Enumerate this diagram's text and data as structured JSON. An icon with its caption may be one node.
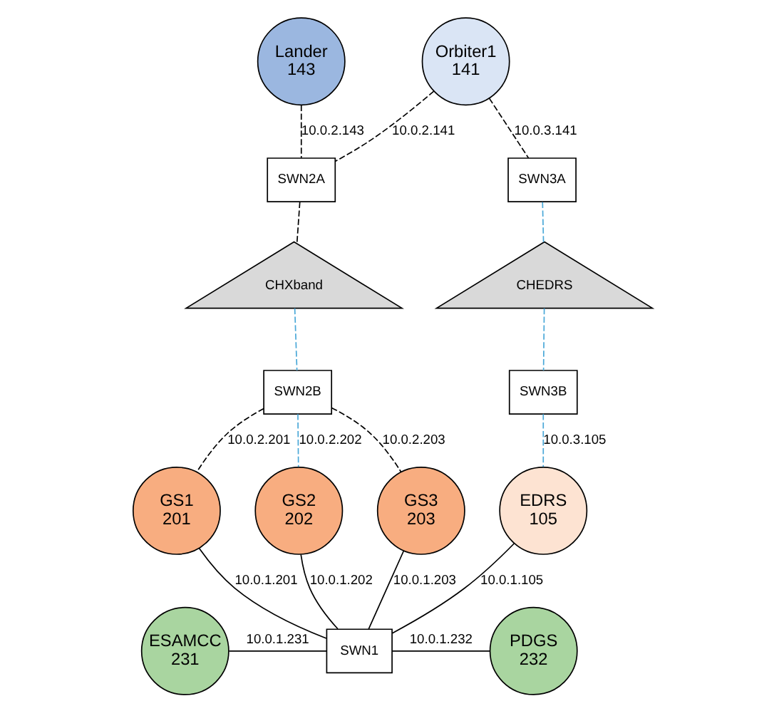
{
  "diagram": {
    "nodes": [
      {
        "text": [
          "Lander",
          "143"
        ]
      },
      {
        "text": [
          "Orbiter1",
          "141"
        ]
      },
      {
        "text": [
          "SWN2A"
        ]
      },
      {
        "text": [
          "SWN3A"
        ]
      },
      {
        "text": [
          "CHXband"
        ]
      },
      {
        "text": [
          "CHEDRS"
        ]
      },
      {
        "text": [
          "SWN2B"
        ]
      },
      {
        "text": [
          "SWN3B"
        ]
      },
      {
        "text": [
          "GS1",
          "201"
        ]
      },
      {
        "text": [
          "GS2",
          "202"
        ]
      },
      {
        "text": [
          "GS3",
          "203"
        ]
      },
      {
        "text": [
          "EDRS",
          "105"
        ]
      },
      {
        "text": [
          "ESAMCC",
          "231"
        ]
      },
      {
        "text": [
          "SWN1"
        ]
      },
      {
        "text": [
          "PDGS",
          "232"
        ]
      }
    ],
    "edges": [
      {
        "from": 0,
        "to": 2,
        "arrow": "none",
        "label": "10.0.2.143",
        "style": "dashed"
      },
      {
        "from": 1,
        "to": 2,
        "arrow": "none",
        "label": "10.0.2.141",
        "style": "dashed"
      },
      {
        "from": 1,
        "to": 3,
        "arrow": "none",
        "label": "10.0.3.141",
        "style": "dashed"
      },
      {
        "from": 2,
        "to": 4,
        "arrow": "none",
        "style": "dashed"
      },
      {
        "from": 4,
        "to": 6,
        "arrow": "none",
        "style": "dashed",
        "color": "#4aa8d8"
      },
      {
        "from": 3,
        "to": 5,
        "arrow": "none",
        "style": "dashed",
        "color": "#4aa8d8"
      },
      {
        "from": 5,
        "to": 7,
        "arrow": "none",
        "style": "dashed",
        "color": "#4aa8d8"
      },
      {
        "from": 6,
        "to": 8,
        "arrow": "none",
        "label": "10.0.2.201",
        "style": "dashed"
      },
      {
        "from": 6,
        "to": 9,
        "arrow": "none",
        "label": "10.0.2.202",
        "style": "dashed",
        "color": "#4aa8d8"
      },
      {
        "from": 6,
        "to": 10,
        "arrow": "none",
        "label": "10.0.2.203",
        "style": "dashed"
      },
      {
        "from": 7,
        "to": 11,
        "arrow": "none",
        "label": "10.0.3.105",
        "style": "dashed",
        "color": "#4aa8d8"
      },
      {
        "from": 8,
        "to": 13,
        "arrow": "none",
        "label": "10.0.1.201"
      },
      {
        "from": 9,
        "to": 13,
        "arrow": "none",
        "label": "10.0.1.202"
      },
      {
        "from": 10,
        "to": 13,
        "arrow": "none",
        "label": "10.0.1.203"
      },
      {
        "from": 11,
        "to": 13,
        "arrow": "none",
        "label": "10.0.1.105"
      },
      {
        "from": 12,
        "to": 13,
        "arrow": "none",
        "label": "10.0.1.231"
      },
      {
        "from": 13,
        "to": 14,
        "arrow": "none",
        "label": "10.0.1.232"
      }
    ]
  }
}
